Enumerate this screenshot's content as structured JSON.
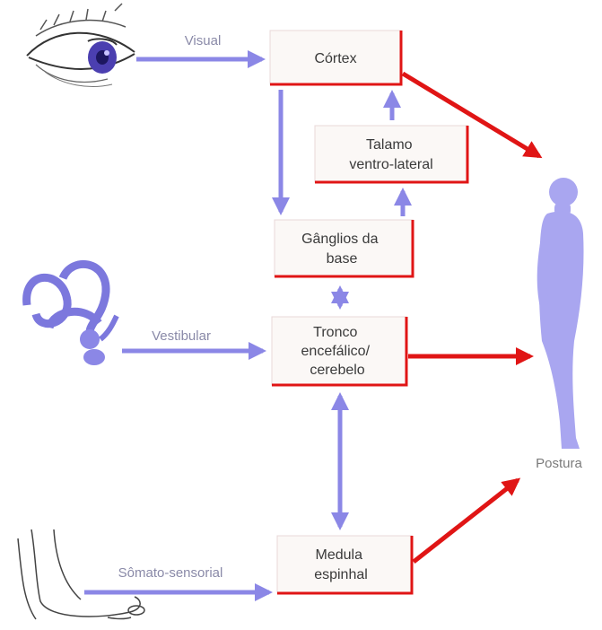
{
  "diagram": {
    "inputs": {
      "visual": "Visual",
      "vestibular": "Vestibular",
      "somatosensory": "Sômato-sensorial"
    },
    "boxes": {
      "cortex": [
        "Córtex"
      ],
      "thalamus": [
        "Talamo",
        "ventro-lateral"
      ],
      "basal_ganglia": [
        "Gânglios da",
        "base"
      ],
      "brainstem": [
        "Tronco",
        "encefálico/",
        "cerebelo"
      ],
      "spinal_cord": [
        "Medula",
        "espinhal"
      ]
    },
    "output": {
      "label": "Postura"
    },
    "colors": {
      "input_arrow": "#8b87e6",
      "output_arrow": "#e01515",
      "box_shadow": "#e01515",
      "box_fill": "#fbf8f6",
      "figure": "#a9a6f0"
    },
    "icons": [
      "eye-icon",
      "inner-ear-icon",
      "foot-icon",
      "human-figure-icon"
    ]
  }
}
